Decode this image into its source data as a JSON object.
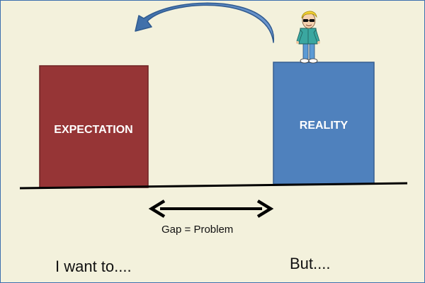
{
  "diagram": {
    "expectation_label": "EXPECTATION",
    "reality_label": "REALITY",
    "gap_label": "Gap = Problem",
    "want_label": "I want to....",
    "but_label": "But...."
  },
  "colors": {
    "background": "#f3f1dc",
    "expectation_box": "#963536",
    "reality_box": "#4f81bd",
    "arrow": "#4f81bd"
  },
  "icons": {
    "figure": "cartoon-person-icon",
    "curved_arrow": "curved-arrow-icon",
    "gap_arrow": "double-arrow-icon"
  }
}
